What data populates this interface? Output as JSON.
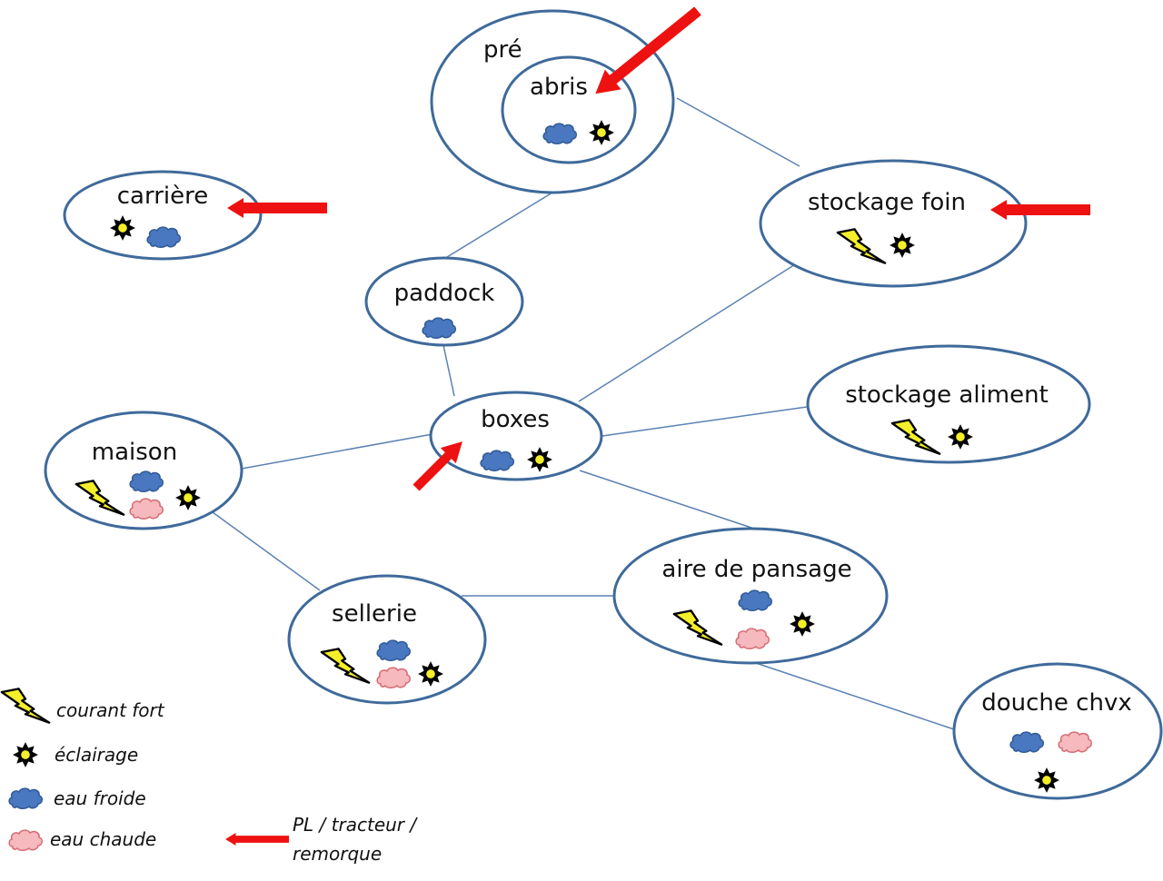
{
  "colors": {
    "ellipse_stroke": "#3f6a9a",
    "edge": "#5b82b3",
    "arrow": "#ee1111",
    "cold_water": "#4a78c0",
    "cold_water_stroke": "#2f5a96",
    "hot_water": "#f6b9bd",
    "hot_water_stroke": "#d56b74",
    "bolt_fill": "#f4ef2a",
    "light_fill": "#f4ef2a"
  },
  "nodes": [
    {
      "id": "pre",
      "label": "pré",
      "icons": []
    },
    {
      "id": "abris",
      "label": "abris",
      "icons": [
        "eau-froide",
        "eclairage"
      ]
    },
    {
      "id": "carriere",
      "label": "carrière",
      "icons": [
        "eclairage",
        "eau-froide"
      ]
    },
    {
      "id": "stockage-foin",
      "label": "stockage foin",
      "icons": [
        "courant-fort",
        "eclairage"
      ]
    },
    {
      "id": "paddock",
      "label": "paddock",
      "icons": [
        "eau-froide"
      ]
    },
    {
      "id": "boxes",
      "label": "boxes",
      "icons": [
        "eau-froide",
        "eclairage"
      ]
    },
    {
      "id": "stockage-aliment",
      "label": "stockage aliment",
      "icons": [
        "courant-fort",
        "eclairage"
      ]
    },
    {
      "id": "maison",
      "label": "maison",
      "icons": [
        "courant-fort",
        "eau-froide",
        "eau-chaude",
        "eclairage"
      ]
    },
    {
      "id": "sellerie",
      "label": "sellerie",
      "icons": [
        "courant-fort",
        "eau-froide",
        "eau-chaude",
        "eclairage"
      ]
    },
    {
      "id": "aire-de-pansage",
      "label": "aire de pansage",
      "icons": [
        "courant-fort",
        "eau-froide",
        "eau-chaude",
        "eclairage"
      ]
    },
    {
      "id": "douche-chvx",
      "label": "douche chvx",
      "icons": [
        "eau-froide",
        "eau-chaude",
        "eclairage"
      ]
    }
  ],
  "edges": [
    [
      "pre",
      "stockage-foin"
    ],
    [
      "pre",
      "paddock"
    ],
    [
      "paddock",
      "boxes"
    ],
    [
      "boxes",
      "stockage-foin"
    ],
    [
      "boxes",
      "stockage-aliment"
    ],
    [
      "boxes",
      "maison"
    ],
    [
      "boxes",
      "aire-de-pansage"
    ],
    [
      "maison",
      "sellerie"
    ],
    [
      "sellerie",
      "aire-de-pansage"
    ],
    [
      "aire-de-pansage",
      "douche-chvx"
    ]
  ],
  "access_arrows": [
    "abris",
    "carriere",
    "stockage-foin",
    "boxes"
  ],
  "legend": [
    {
      "icon": "courant-fort",
      "label": "courant fort"
    },
    {
      "icon": "eclairage",
      "label": "éclairage"
    },
    {
      "icon": "eau-froide",
      "label": "eau froide"
    },
    {
      "icon": "eau-chaude",
      "label": "eau chaude"
    },
    {
      "icon": "access-arrow",
      "label_line1": "PL / tracteur /",
      "label_line2": "remorque"
    }
  ]
}
